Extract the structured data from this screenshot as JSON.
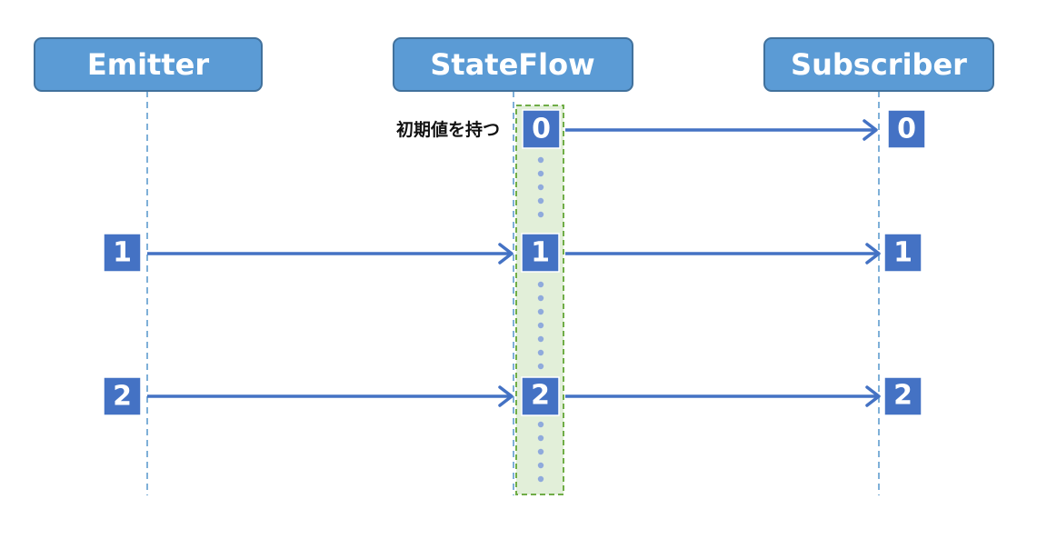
{
  "actors": [
    {
      "id": "emitter",
      "label": "Emitter"
    },
    {
      "id": "stateflow",
      "label": "StateFlow"
    },
    {
      "id": "subscriber",
      "label": "Subscriber"
    }
  ],
  "initial_value_note": "初期値を持つ",
  "messages": [
    {
      "value": "0",
      "from": "stateflow",
      "to": "subscriber"
    },
    {
      "value": "1",
      "from": "emitter",
      "to": "stateflow"
    },
    {
      "value": "1",
      "from": "stateflow",
      "to": "subscriber"
    },
    {
      "value": "2",
      "from": "emitter",
      "to": "stateflow"
    },
    {
      "value": "2",
      "from": "stateflow",
      "to": "subscriber"
    }
  ],
  "colors": {
    "actor_fill": "#5b9bd5",
    "value_box": "#4472c4",
    "state_band": "#e2efd9",
    "state_band_border": "#70ad47"
  }
}
